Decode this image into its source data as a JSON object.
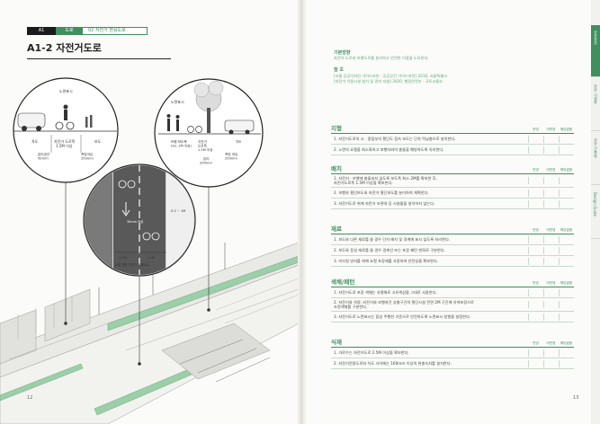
{
  "left_page": {
    "breadcrumb": [
      "A1",
      "도로",
      "02 자전거 편용도로"
    ],
    "title": "A1-2 자전거도로",
    "page_number": "12",
    "circle_left": {
      "top_label": "노면표시",
      "lane_labels": [
        "차도",
        "자전거 도로폭\n1.5M 이상",
        "보도"
      ],
      "bottom_labels": [
        "분리공간\n50mm",
        "측방여유\n250mm"
      ]
    },
    "circle_center": {
      "labels": [
        "30mm 이상",
        "0.5 ~ 1M",
        "1.2M",
        "1.2M",
        "1.2M"
      ],
      "caption": "교통 방향 자전거 전용도로"
    },
    "circle_right": {
      "top_label": "노면표시",
      "labels": [
        "보행 보도폭\n(Gs. 2M 이상)",
        "자전거\n도로폭\n1.5M 이상",
        "측방 여유\n250mm",
        "차도"
      ],
      "bottom_label": "분리\n200mm"
    }
  },
  "right_page": {
    "page_number": "13",
    "intro_heading": "기본방향",
    "intro_text": "자전거 도로와 보행도로를 분리하고 안전한 이용을 도모한다.",
    "ref_heading": "참    조",
    "refs": [
      "[서울 공공디자인 가이드라인 · 공공공간 가이드라인] 2016, 서울특별시",
      "[자전거 이용시설 설치 및 관리 지침] 2020, 행정안전부 · 국토교통부"
    ],
    "columns": [
      "반영",
      "미반영",
      "해당없음"
    ],
    "sections": [
      {
        "title": "지형",
        "rows": [
          "1. 자전거도로의 시 · 종점부의 횡단도 접속 보도는 단차 턱낮춤으로 설치한다.",
          "2. 노면의 요철을 최소화하고 보행자와의 충돌을 예방하도록 유지한다."
        ]
      },
      {
        "title": "배치",
        "rows": [
          "1. 자전거 · 보행에 충돌되지 않도록 보도폭 최소 2M를 확보한 후,\n   자전거도로폭 1.5M 이상을 확보한다.",
          "2. 보행자 횡단보도와 자전거 횡단보도를 분리하여 계획한다.",
          "3. 자전거도로 위에 자전거 보관대 등 시설물을 설치하지 않는다."
        ]
      },
      {
        "title": "재료",
        "rows": [
          "1. 보도와 다른 재료를 쓸 경우 단차 배치 및 경계에 표시 없도록 처리한다.",
          "2. 보도와 동일 재료를 쓸 경우 경계선 또는 포장 패턴 변화로 구분한다.",
          "3. 미끄럼 방지를 위해 요철 포장재를 사용하여 안전성을 확보한다."
        ]
      },
      {
        "title": "색채/패턴",
        "rows": [
          "1. 자전거도로 포장 색채는 유명해로 고유색상을 그대로 사용한다.",
          "2. 자전거와 차량, 자전거와 보행자간 상충구간의 횡단시설 전면 2M 구간에 유색포장으로\n   조정색채를 구분한다.",
          "3. 자전거도로 노면표시는 합성 주행한 기준으로 안전하도록 노면표시 방향을 설정한다."
        ]
      },
      {
        "title": "식재",
        "rows": [
          "1. 가로수는 자전거도로 2.5M 이상을 확보한다.",
          "2. 자전거전용도로와 차도 사이에는 160mm 이상의 완충녹지를 설치한다."
        ]
      }
    ],
    "side_tabs": [
      "공공공간",
      "공공 시설물",
      "공공 건축물",
      "Design Guide"
    ]
  },
  "colors": {
    "accent": "#3f8f5f",
    "light": "#c7d9cd",
    "dark": "#1b1b1b"
  }
}
